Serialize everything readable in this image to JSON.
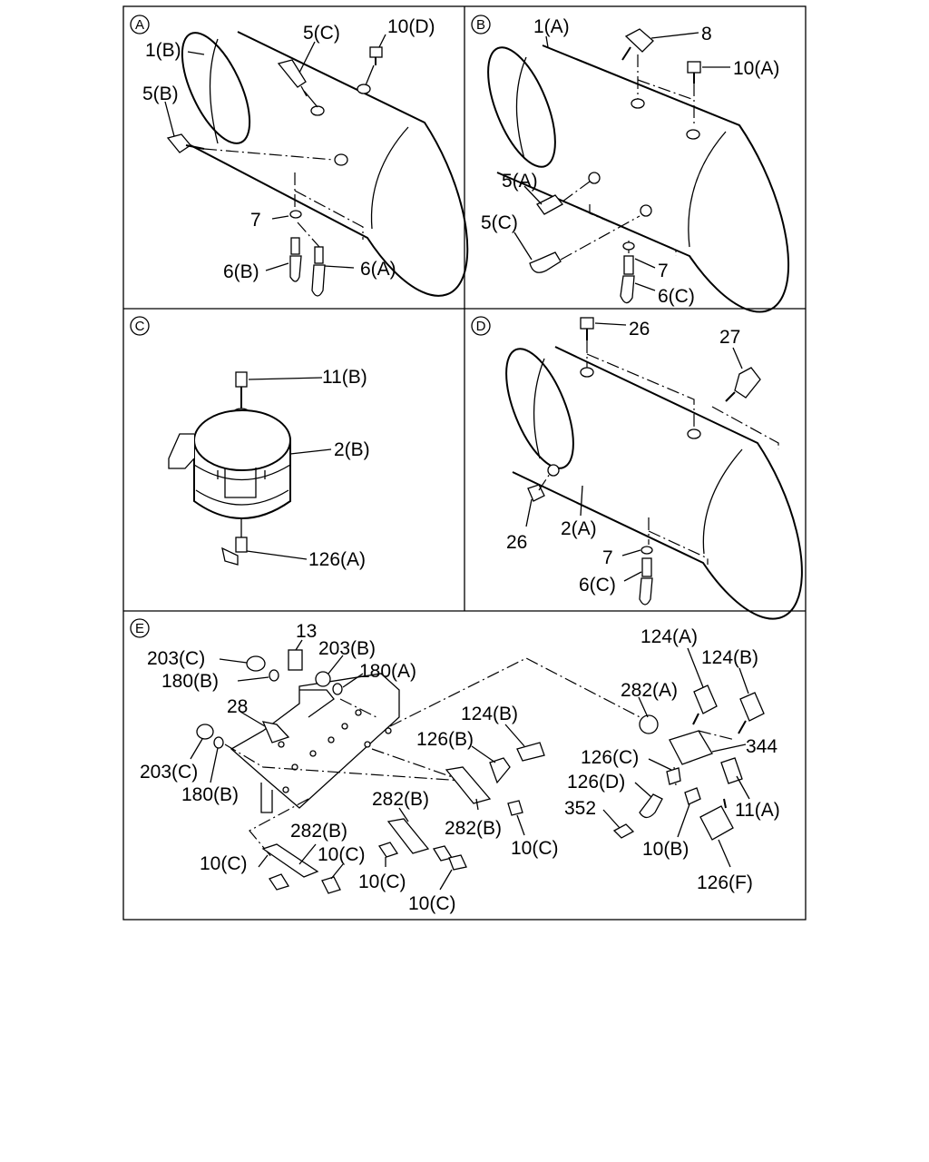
{
  "diagram": {
    "panels": [
      {
        "id": "A",
        "labels": [
          {
            "key": "a1",
            "text": "1(B)"
          },
          {
            "key": "a2",
            "text": "5(C)"
          },
          {
            "key": "a3",
            "text": "10(D)"
          },
          {
            "key": "a4",
            "text": "5(B)"
          },
          {
            "key": "a5",
            "text": "7"
          },
          {
            "key": "a6",
            "text": "6(B)"
          },
          {
            "key": "a7",
            "text": "6(A)"
          }
        ]
      },
      {
        "id": "B",
        "labels": [
          {
            "key": "b1",
            "text": "1(A)"
          },
          {
            "key": "b2",
            "text": "8"
          },
          {
            "key": "b3",
            "text": "10(A)"
          },
          {
            "key": "b4",
            "text": "5(A)"
          },
          {
            "key": "b5",
            "text": "5(C)"
          },
          {
            "key": "b6",
            "text": "7"
          },
          {
            "key": "b7",
            "text": "6(C)"
          }
        ]
      },
      {
        "id": "C",
        "labels": [
          {
            "key": "c1",
            "text": "11(B)"
          },
          {
            "key": "c2",
            "text": "2(B)"
          },
          {
            "key": "c3",
            "text": "126(A)"
          }
        ]
      },
      {
        "id": "D",
        "labels": [
          {
            "key": "d1",
            "text": "26"
          },
          {
            "key": "d2",
            "text": "27"
          },
          {
            "key": "d3",
            "text": "26"
          },
          {
            "key": "d4",
            "text": "2(A)"
          },
          {
            "key": "d5",
            "text": "7"
          },
          {
            "key": "d6",
            "text": "6(C)"
          }
        ]
      },
      {
        "id": "E",
        "labels": [
          {
            "key": "e1",
            "text": "13"
          },
          {
            "key": "e2",
            "text": "203(C)"
          },
          {
            "key": "e3",
            "text": "203(B)"
          },
          {
            "key": "e4",
            "text": "180(B)"
          },
          {
            "key": "e5",
            "text": "180(A)"
          },
          {
            "key": "e6",
            "text": "28"
          },
          {
            "key": "e7",
            "text": "203(C)"
          },
          {
            "key": "e8",
            "text": "180(B)"
          },
          {
            "key": "e9",
            "text": "124(A)"
          },
          {
            "key": "e10",
            "text": "124(B)"
          },
          {
            "key": "e11",
            "text": "282(A)"
          },
          {
            "key": "e12",
            "text": "124(B)"
          },
          {
            "key": "e13",
            "text": "126(B)"
          },
          {
            "key": "e14",
            "text": "344"
          },
          {
            "key": "e15",
            "text": "126(C)"
          },
          {
            "key": "e16",
            "text": "126(D)"
          },
          {
            "key": "e17",
            "text": "11(A)"
          },
          {
            "key": "e18",
            "text": "352"
          },
          {
            "key": "e19",
            "text": "282(B)"
          },
          {
            "key": "e20",
            "text": "282(B)"
          },
          {
            "key": "e21",
            "text": "10(C)"
          },
          {
            "key": "e22",
            "text": "282(B)"
          },
          {
            "key": "e23",
            "text": "10(B)"
          },
          {
            "key": "e24",
            "text": "10(C)"
          },
          {
            "key": "e25",
            "text": "10(C)"
          },
          {
            "key": "e26",
            "text": "10(C)"
          },
          {
            "key": "e27",
            "text": "126(F)"
          },
          {
            "key": "e28",
            "text": "10(C)"
          }
        ]
      }
    ]
  }
}
